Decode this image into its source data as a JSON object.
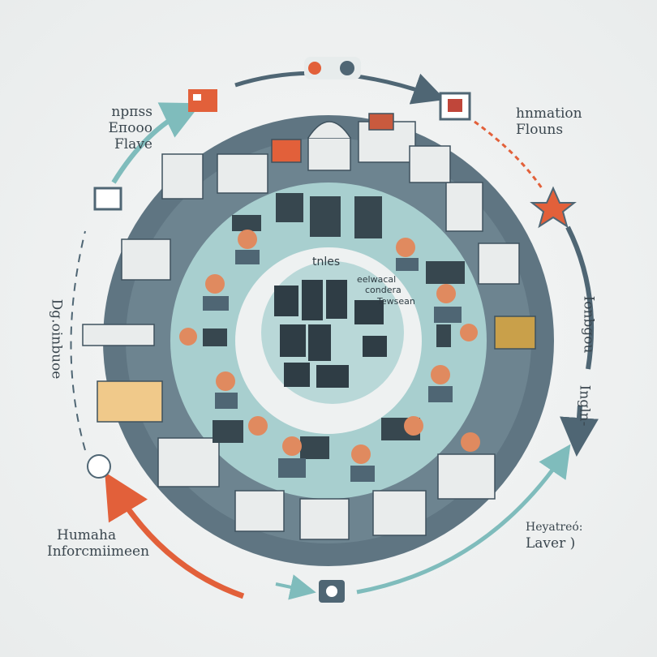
{
  "labels": {
    "top_left": [
      "npпss",
      "Eпооо",
      "Flave"
    ],
    "top_right": [
      "hnmation",
      "Flouns"
    ],
    "left_vertical": "Dg.oinbuoe",
    "right_vertical_1": "Ionbgou",
    "right_vertical_2": "Ingln-",
    "bottom_left": [
      "Humaha",
      "Inforcmiimeen"
    ],
    "bottom_right": [
      "Heyatreó:",
      "Laver )"
    ],
    "center": [
      "tnles",
      "eelwacal",
      "condera",
      "Tewsean"
    ]
  },
  "colors": {
    "outer_ring": "#5f7582",
    "middle_ring": "#a8cfcf",
    "inner_ring": "#eef1f1",
    "core": "#b9d8d8",
    "teal_arrow": "#7fbcbc",
    "orange_accent": "#e2603a",
    "slate_arrow": "#4f6674"
  }
}
